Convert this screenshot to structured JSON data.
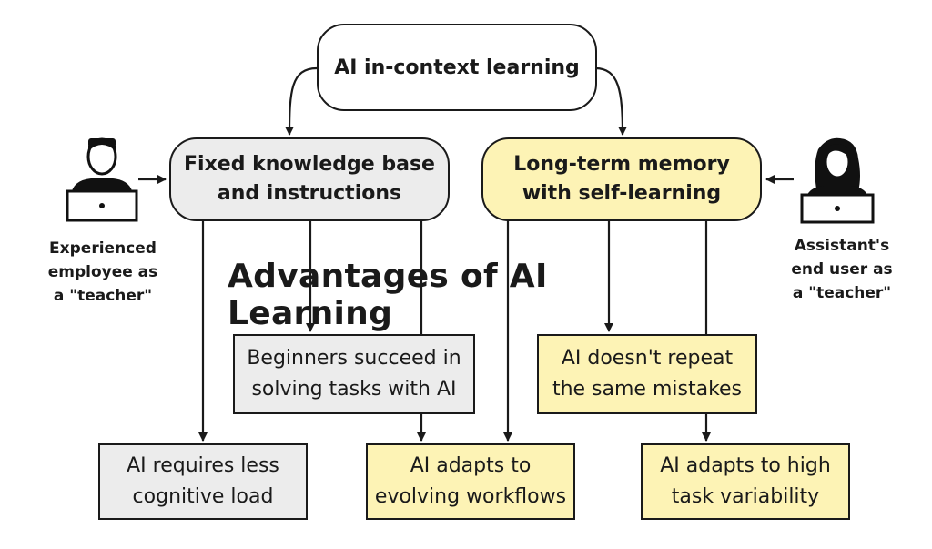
{
  "top_node": {
    "label": "AI in-context learning"
  },
  "left_node": {
    "label": "Fixed knowledge base\nand instructions"
  },
  "right_node": {
    "label": "Long-term memory\nwith self-learning"
  },
  "title": "Advantages of AI Learning",
  "left_person": {
    "caption": "Experienced\nemployee as\na \"teacher\"",
    "icon": "man-at-laptop-icon"
  },
  "right_person": {
    "caption": "Assistant's\nend user as\na \"teacher\"",
    "icon": "woman-at-laptop-icon"
  },
  "outcomes": {
    "beginners": "Beginners succeed in\nsolving tasks with AI",
    "no_repeat": "AI doesn't repeat\nthe same mistakes",
    "less_load": "AI requires less\ncognitive load",
    "evolving": "AI adapts to\nevolving workflows",
    "variability": "AI adapts to high\ntask variability"
  },
  "colors": {
    "gray_fill": "#ececec",
    "yellow_fill": "#fdf3b5",
    "stroke": "#1a1a1a"
  }
}
